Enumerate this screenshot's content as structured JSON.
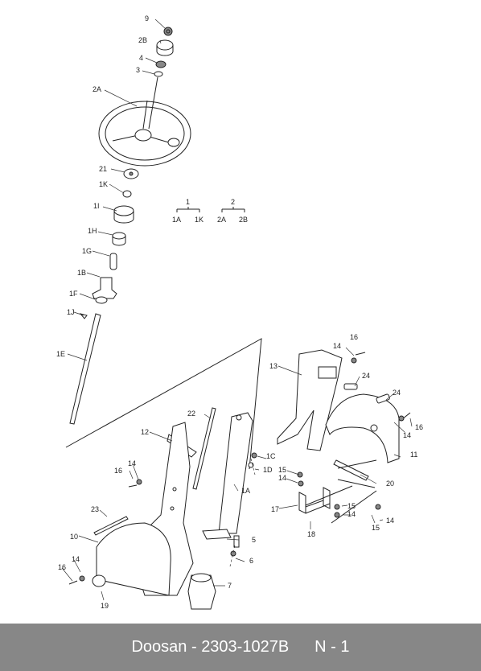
{
  "footer": {
    "brand": "Doosan",
    "sep": " - ",
    "part_number": "2303-1027B",
    "page_ref": "N - 1"
  },
  "legend": {
    "g1": {
      "parent": "1",
      "a": "1A",
      "b": "1K"
    },
    "g2": {
      "parent": "2",
      "a": "2A",
      "b": "2B"
    }
  },
  "callouts": [
    "9",
    "2B",
    "4",
    "3",
    "2A",
    "21",
    "1K",
    "1I",
    "1H",
    "1G",
    "1B",
    "1F",
    "1J",
    "1E",
    "16",
    "14",
    "13",
    "24",
    "24",
    "14",
    "16",
    "11",
    "22",
    "12",
    "1C",
    "1D",
    "15",
    "14",
    "20",
    "16",
    "14",
    "1A",
    "17",
    "15",
    "14",
    "18",
    "15",
    "14",
    "23",
    "10",
    "5",
    "14",
    "16",
    "6",
    "19",
    "7"
  ]
}
